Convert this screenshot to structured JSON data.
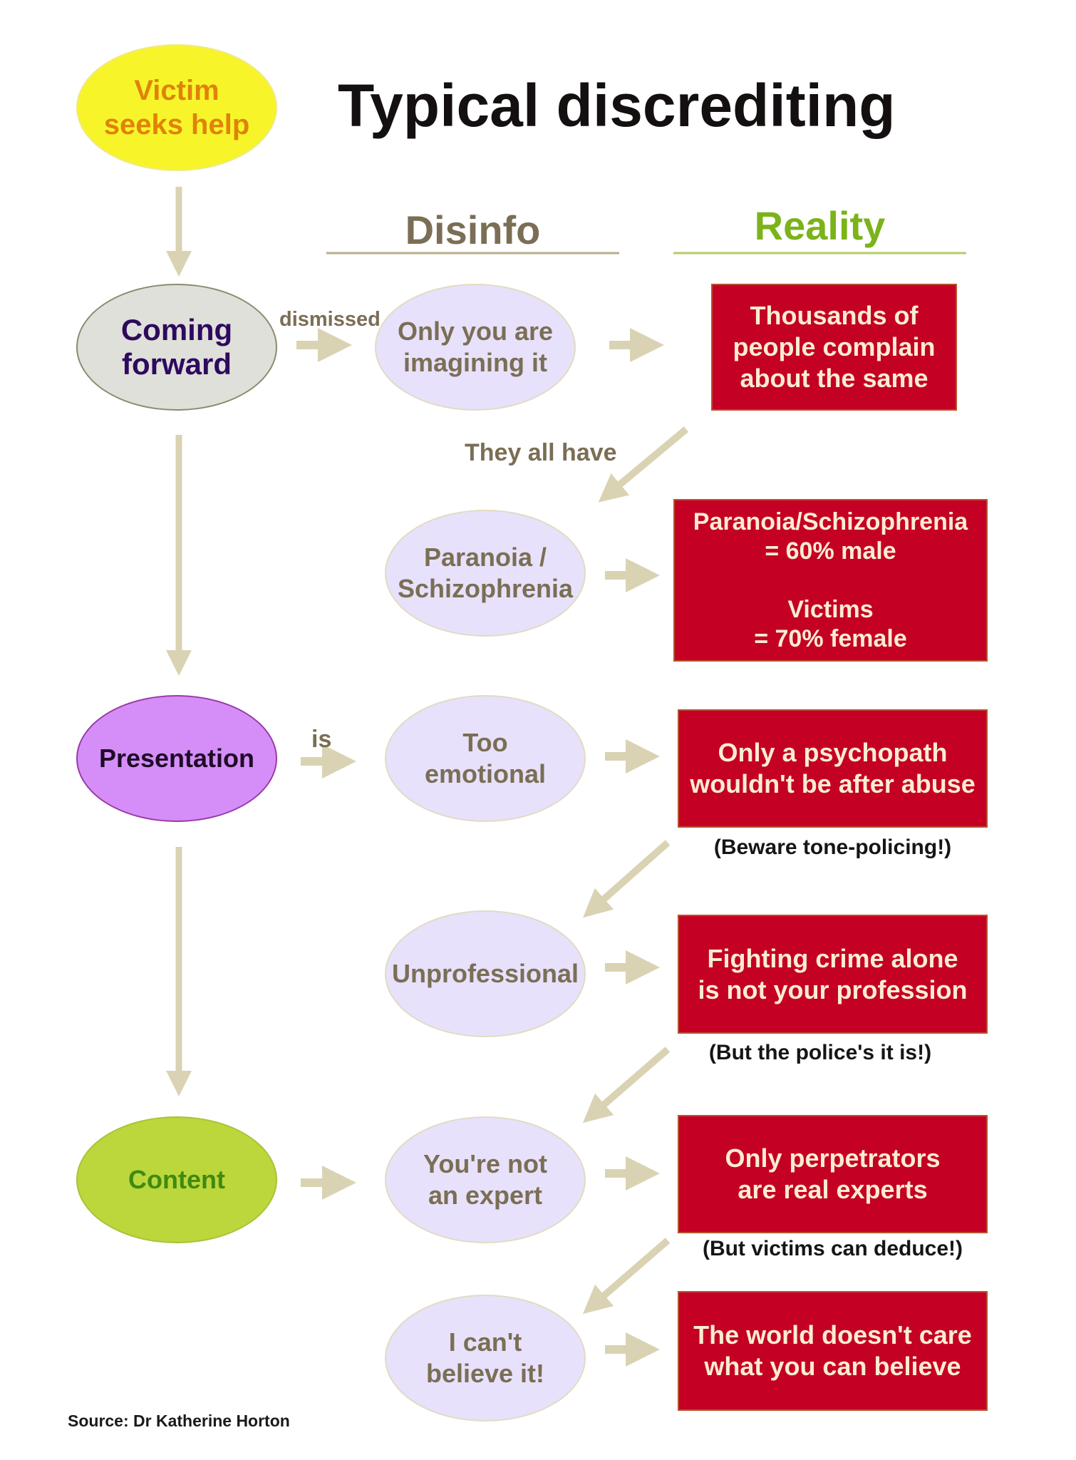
{
  "title": "Typical discrediting",
  "start_node": {
    "label": "Victim\nseeks help",
    "fill": "#f7f52a",
    "text_color": "#e0820a"
  },
  "column_headers": {
    "disinfo": {
      "label": "Disinfo",
      "color": "#7a6e55"
    },
    "reality": {
      "label": "Reality",
      "color": "#7bb31a"
    }
  },
  "stages": [
    {
      "label": "Coming\nforward",
      "fill": "#dfe0da",
      "text_color": "#2e0a5e",
      "edge_label": "dismissed"
    },
    {
      "label": "Presentation",
      "fill": "#d58ef8",
      "text_color": "#1f0b28",
      "edge_label": "is"
    },
    {
      "label": "Content",
      "fill": "#bcd73c",
      "text_color": "#3f8a10",
      "edge_label": ""
    }
  ],
  "disinfo_nodes": [
    {
      "label": "Only you are\nimagining it"
    },
    {
      "label": "Paranoia /\nSchizophrenia"
    },
    {
      "label": "Too\nemotional"
    },
    {
      "label": "Unprofessional"
    },
    {
      "label": "You're not\nan expert"
    },
    {
      "label": "I can't\nbelieve it!"
    }
  ],
  "reality_boxes": [
    {
      "text": "Thousands of\npeople complain\nabout the same",
      "note": ""
    },
    {
      "text": "Paranoia/Schizophrenia\n= 60% male\n\nVictims\n= 70% female",
      "note": ""
    },
    {
      "text": "Only a psychopath\nwouldn't be after abuse",
      "note": "(Beware tone-policing!)"
    },
    {
      "text": "Fighting crime alone\nis not your profession",
      "note": "(But the police's it is!)"
    },
    {
      "text": "Only perpetrators\nare real experts",
      "note": "(But victims can deduce!)"
    },
    {
      "text": "The world doesn't care\nwhat you can believe",
      "note": ""
    }
  ],
  "connector_label": "They all have",
  "source": "Source: Dr Katherine Horton",
  "colors": {
    "arrow": "#d9d3b4",
    "reality_box": "#c40024",
    "disinfo_node": "#e8e1fb"
  }
}
